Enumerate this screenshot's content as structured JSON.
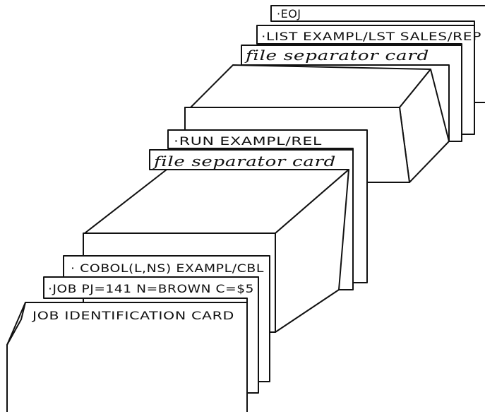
{
  "cards": {
    "eoj": "·EOJ",
    "list": "·LIST EXAMPL/LST SALES/REP",
    "file_separator_1": "file separator card",
    "run": "·RUN EXAMPL/REL",
    "file_separator_2": "file separator card",
    "cobol": "· COBOL(L,NS) EXAMPL/CBL",
    "job": "·JOB PJ=141 N=BROWN C=$5",
    "job_identification": "JOB IDENTIFICATION CARD"
  }
}
